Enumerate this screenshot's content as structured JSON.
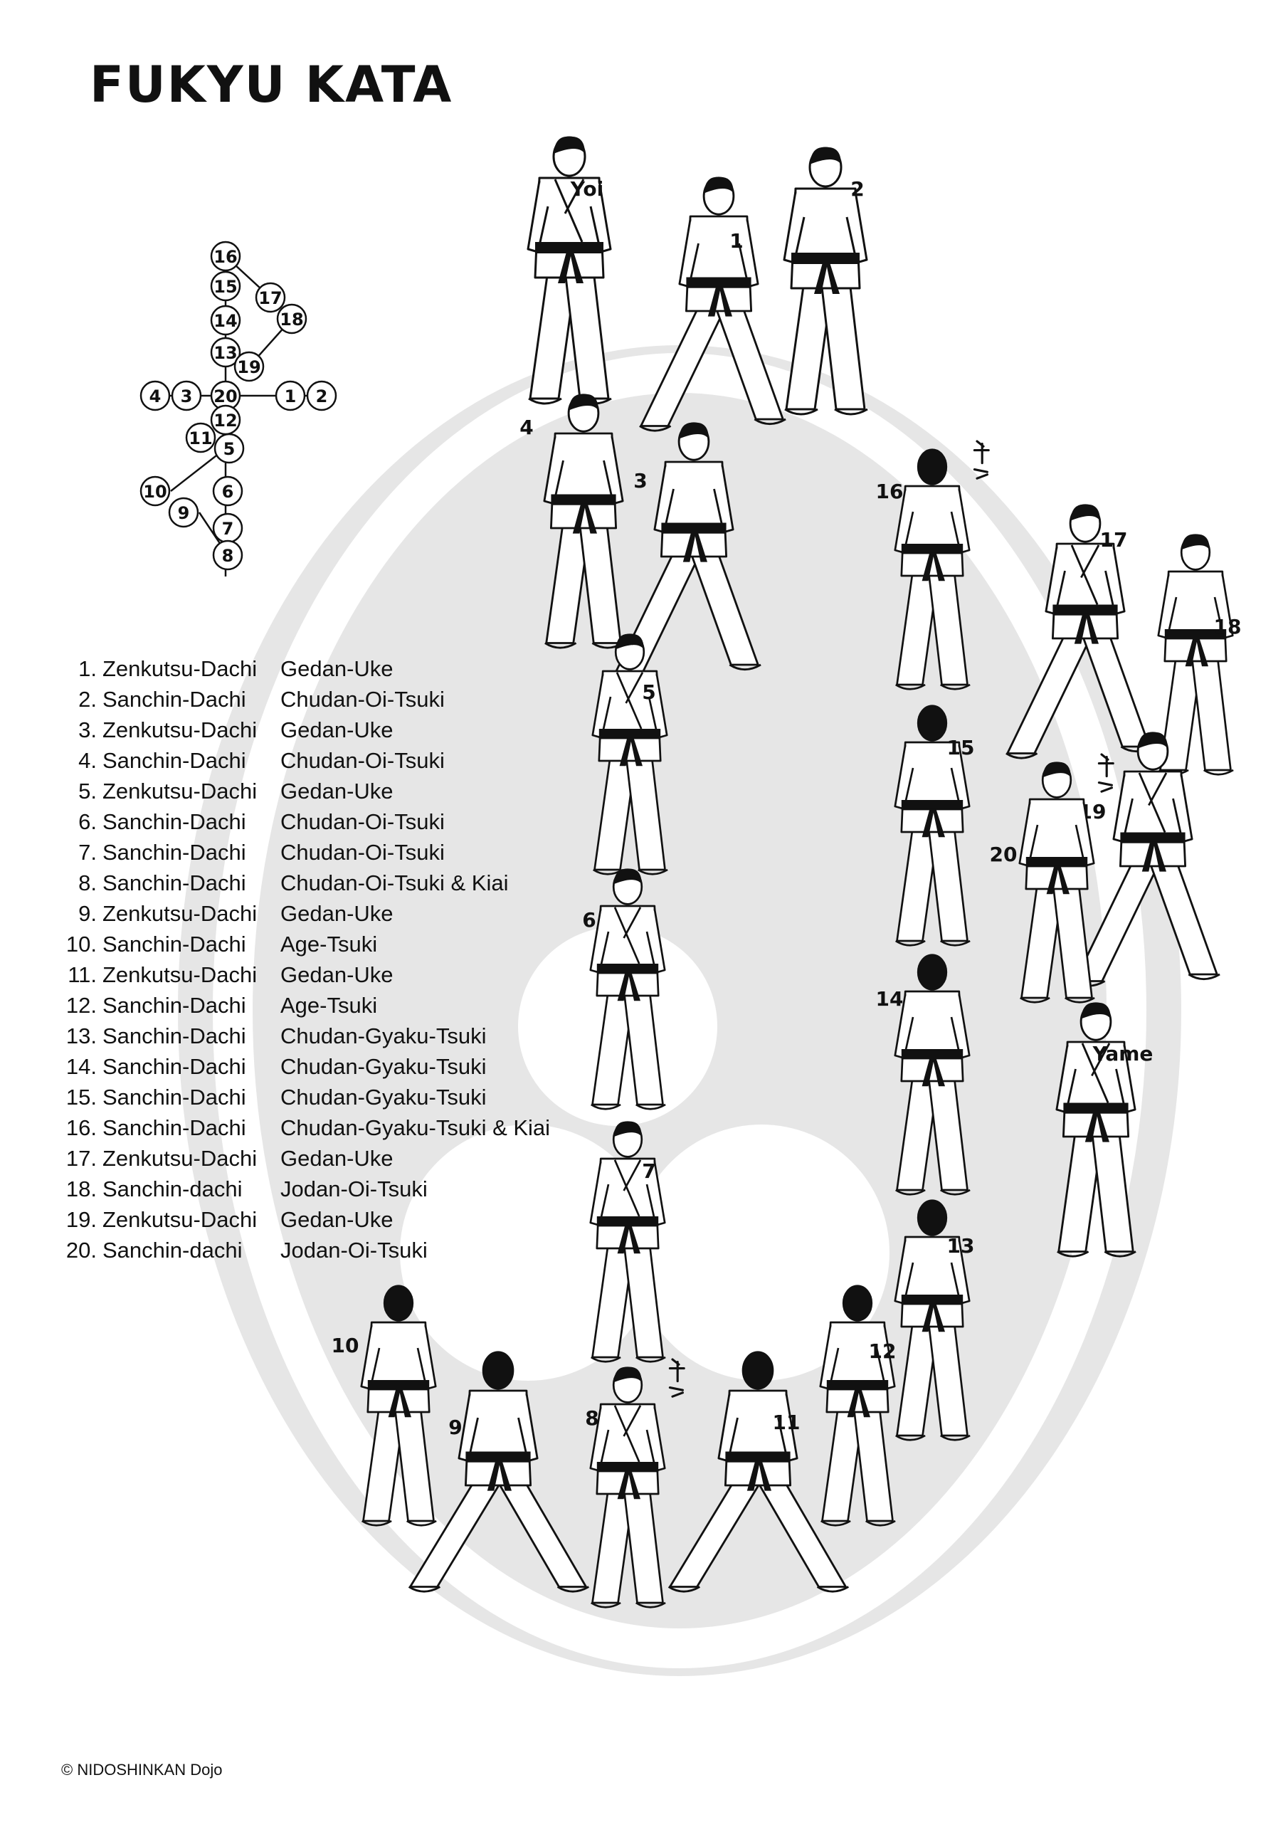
{
  "title": "FUKYU KATA",
  "copyright": "© NIDOSHINKAN Dojo",
  "colors": {
    "emblem": "#e6e6e6",
    "ink": "#111111",
    "belt": "#111111",
    "gi": "#ffffff"
  },
  "steps": [
    {
      "num": "1.",
      "stance": "Zenkutsu-Dachi",
      "technique": "Gedan-Uke"
    },
    {
      "num": "2.",
      "stance": "Sanchin-Dachi",
      "technique": "Chudan-Oi-Tsuki"
    },
    {
      "num": "3.",
      "stance": "Zenkutsu-Dachi",
      "technique": "Gedan-Uke"
    },
    {
      "num": "4.",
      "stance": "Sanchin-Dachi",
      "technique": "Chudan-Oi-Tsuki"
    },
    {
      "num": "5.",
      "stance": "Zenkutsu-Dachi",
      "technique": "Gedan-Uke"
    },
    {
      "num": "6.",
      "stance": "Sanchin-Dachi",
      "technique": "Chudan-Oi-Tsuki"
    },
    {
      "num": "7.",
      "stance": "Sanchin-Dachi",
      "technique": "Chudan-Oi-Tsuki"
    },
    {
      "num": "8.",
      "stance": "Sanchin-Dachi",
      "technique": "Chudan-Oi-Tsuki & Kiai"
    },
    {
      "num": "9.",
      "stance": "Zenkutsu-Dachi",
      "technique": "Gedan-Uke"
    },
    {
      "num": "10.",
      "stance": "Sanchin-Dachi",
      "technique": "Age-Tsuki"
    },
    {
      "num": "11.",
      "stance": "Zenkutsu-Dachi",
      "technique": "Gedan-Uke"
    },
    {
      "num": "12.",
      "stance": "Sanchin-Dachi",
      "technique": "Age-Tsuki"
    },
    {
      "num": "13.",
      "stance": "Sanchin-Dachi",
      "technique": "Chudan-Gyaku-Tsuki"
    },
    {
      "num": "14.",
      "stance": "Sanchin-Dachi",
      "technique": "Chudan-Gyaku-Tsuki"
    },
    {
      "num": "15.",
      "stance": "Sanchin-Dachi",
      "technique": "Chudan-Gyaku-Tsuki"
    },
    {
      "num": "16.",
      "stance": "Sanchin-Dachi",
      "technique": "Chudan-Gyaku-Tsuki & Kiai"
    },
    {
      "num": "17.",
      "stance": "Zenkutsu-Dachi",
      "technique": "Gedan-Uke"
    },
    {
      "num": "18.",
      "stance": "Sanchin-dachi",
      "technique": "Jodan-Oi-Tsuki"
    },
    {
      "num": "19.",
      "stance": "Zenkutsu-Dachi",
      "technique": "Gedan-Uke"
    },
    {
      "num": "20.",
      "stance": "Sanchin-dachi",
      "technique": "Jodan-Oi-Tsuki"
    }
  ],
  "embusen_labels": [
    "16",
    "15",
    "17",
    "14",
    "18",
    "13",
    "19",
    "4",
    "3",
    "20",
    "1",
    "2",
    "12",
    "11",
    "5",
    "10",
    "6",
    "9",
    "7",
    "8"
  ],
  "poses": [
    {
      "label": "Yoi",
      "view": "front",
      "stance": "ready"
    },
    {
      "label": "1",
      "view": "side",
      "stance": "long"
    },
    {
      "label": "2",
      "view": "side",
      "stance": "short"
    },
    {
      "label": "4",
      "view": "side",
      "stance": "short"
    },
    {
      "label": "3",
      "view": "side",
      "stance": "long"
    },
    {
      "label": "5",
      "view": "front",
      "stance": "short"
    },
    {
      "label": "6",
      "view": "front",
      "stance": "short"
    },
    {
      "label": "7",
      "view": "front",
      "stance": "short"
    },
    {
      "label": "8",
      "view": "front",
      "stance": "short",
      "kiai": true
    },
    {
      "label": "9",
      "view": "back",
      "stance": "wide"
    },
    {
      "label": "10",
      "view": "back",
      "stance": "short"
    },
    {
      "label": "11",
      "view": "back",
      "stance": "wide"
    },
    {
      "label": "12",
      "view": "back",
      "stance": "short"
    },
    {
      "label": "13",
      "view": "back",
      "stance": "short"
    },
    {
      "label": "14",
      "view": "back",
      "stance": "short"
    },
    {
      "label": "15",
      "view": "back",
      "stance": "short"
    },
    {
      "label": "16",
      "view": "back",
      "stance": "short",
      "kiai": true
    },
    {
      "label": "17",
      "view": "front",
      "stance": "long"
    },
    {
      "label": "18",
      "view": "side",
      "stance": "short"
    },
    {
      "label": "19",
      "view": "front",
      "stance": "long"
    },
    {
      "label": "20",
      "view": "side",
      "stance": "short",
      "kiai": true
    },
    {
      "label": "Yame",
      "view": "front",
      "stance": "ready"
    }
  ]
}
